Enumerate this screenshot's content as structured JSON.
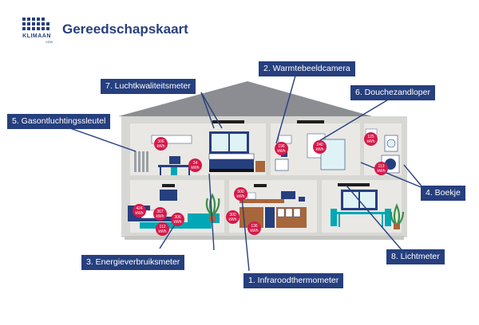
{
  "header": {
    "logo_text": "KLIMAAN",
    "logo_sub": "VZW",
    "title": "Gereedschapskaart"
  },
  "labels": {
    "l1": "1. Infraroodthermometer",
    "l2": "2. Warmtebeeldcamera",
    "l3": "3. Energieverbruiksmeter",
    "l4": "4. Boekje",
    "l5": "5. Gasontluchtingssleutel",
    "l6": "6. Douchezandloper",
    "l7": "7. Luchtkwaliteitsmeter",
    "l8": "8. Lichtmeter"
  },
  "badges": [
    {
      "id": "b1",
      "value": "306",
      "unit": "kWh"
    },
    {
      "id": "b2",
      "value": "24",
      "unit": "kWh"
    },
    {
      "id": "b3",
      "value": "424",
      "unit": "kWh"
    },
    {
      "id": "b4",
      "value": "367",
      "unit": "kWh"
    },
    {
      "id": "b5",
      "value": "112",
      "unit": "kWh"
    },
    {
      "id": "b6",
      "value": "306",
      "unit": "kWh"
    },
    {
      "id": "b7",
      "value": "500",
      "unit": "kWh"
    },
    {
      "id": "b8",
      "value": "300",
      "unit": "kWh"
    },
    {
      "id": "b9",
      "value": "136",
      "unit": "kWh"
    },
    {
      "id": "b10",
      "value": "196",
      "unit": "kWh"
    },
    {
      "id": "b11",
      "value": "240",
      "unit": "kWh"
    },
    {
      "id": "b12",
      "value": "125",
      "unit": "kWh"
    },
    {
      "id": "b13",
      "value": "113",
      "unit": "kWh"
    }
  ],
  "colors": {
    "navy": "#263f7e",
    "wall": "#d7d7d3",
    "room": "#e9e8e4",
    "roof": "#8b8d92",
    "badge": "#d6194a",
    "teal": "#00a7b5",
    "wood": "#a8663b"
  }
}
